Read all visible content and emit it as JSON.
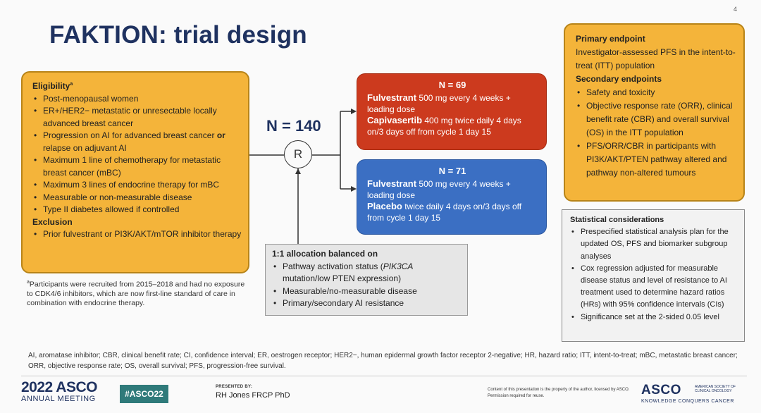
{
  "page_number": "4",
  "title": "FAKTION: trial design",
  "eligibility": {
    "header": "Eligibility",
    "header_sup": "a",
    "items": [
      "Post-menopausal women",
      "ER+/HER2− metastatic or unresectable locally advanced breast cancer",
      "Progression on AI for advanced breast cancer",
      "Maximum 1 line of chemotherapy for metastatic breast cancer (mBC)",
      "Maximum 3 lines of endocrine therapy for mBC",
      "Measurable or non-measurable disease",
      "Type II diabetes allowed if controlled"
    ],
    "item3_or": "or",
    "item3_rest": " relapse on adjuvant AI",
    "exclusion_header": "Exclusion",
    "exclusion_items": [
      "Prior fulvestrant or PI3K/AKT/mTOR inhibitor therapy"
    ]
  },
  "footnote": {
    "sup": "a",
    "text": "Participants were recruited from 2015–2018 and had no exposure to CDK4/6 inhibitors, which are now first-line standard of care in combination with endocrine therapy."
  },
  "randomization": {
    "n_total": "N = 140",
    "symbol": "R"
  },
  "arm1": {
    "n": "N = 69",
    "drug1": "Fulvestrant",
    "drug1_dose": " 500 mg every 4 weeks + loading dose",
    "drug2": "Capivasertib",
    "drug2_dose": " 400 mg twice daily 4 days on/3 days off from cycle 1 day 15",
    "color": "#cc3a1e"
  },
  "arm2": {
    "n": "N = 71",
    "drug1": "Fulvestrant",
    "drug1_dose": " 500 mg every 4 weeks + loading dose",
    "drug2": "Placebo",
    "drug2_dose": " twice daily 4 days on/3 days off from cycle 1 day 15",
    "color": "#3b6fc3"
  },
  "allocation": {
    "header": "1:1 allocation balanced on",
    "item1_pre": "Pathway activation status (",
    "item1_gene": "PIK3CA",
    "item1_post": " mutation/low PTEN expression)",
    "item2": "Measurable/no-measurable disease",
    "item3": "Primary/secondary AI resistance"
  },
  "endpoints": {
    "primary_header": "Primary endpoint",
    "primary_text": "Investigator-assessed PFS in the intent-to-treat (ITT) population",
    "secondary_header": "Secondary endpoints",
    "secondary_items": [
      "Safety and toxicity",
      "Objective response rate (ORR), clinical benefit rate (CBR) and overall survival (OS) in the ITT population",
      "PFS/ORR/CBR in participants with PI3K/AKT/PTEN pathway altered and pathway non-altered tumours"
    ]
  },
  "stats": {
    "header": "Statistical considerations",
    "items": [
      "Prespecified statistical analysis plan for the updated OS, PFS and biomarker subgroup analyses",
      "Cox regression adjusted for measurable disease status and level of resistance to AI treatment used to determine hazard ratios (HRs) with 95% confidence intervals (CIs)",
      "Significance set at the 2-sided 0.05 level"
    ]
  },
  "abbreviations": "AI, aromatase inhibitor; CBR, clinical benefit rate; CI, confidence interval; ER, oestrogen receptor; HER2−, human epidermal growth factor receptor 2-negative; HR, hazard ratio; ITT, intent-to-treat; mBC, metastatic breast cancer; ORR, objective response rate; OS, overall survival; PFS, progression-free survival.",
  "footer": {
    "year_brand": "2022 ASCO",
    "meeting": "ANNUAL MEETING",
    "hashtag": "#ASCO22",
    "presented_by_label": "PRESENTED BY:",
    "presenter": "RH Jones FRCP PhD",
    "copyright": "Content of this presentation is the property of the author, licensed by ASCO. Permission required for reuse.",
    "asco_word": "ASCO",
    "asco_society": "AMERICAN SOCIETY OF CLINICAL ONCOLOGY",
    "asco_tagline": "KNOWLEDGE CONQUERS CANCER"
  }
}
